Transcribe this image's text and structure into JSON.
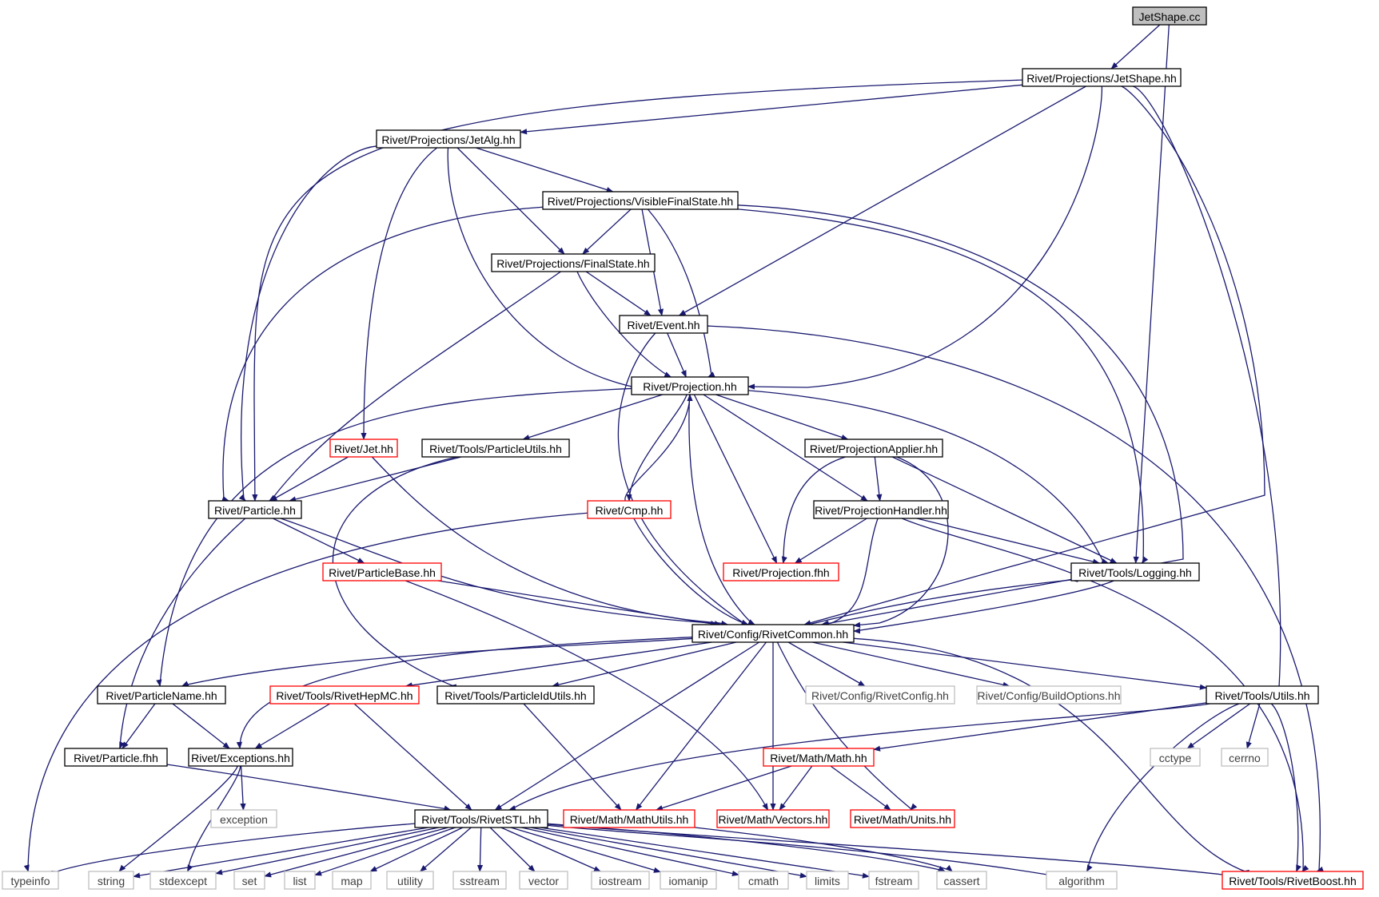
{
  "nodes": [
    {
      "id": "JetShape.cc",
      "label": "JetShape.cc",
      "style": "root"
    },
    {
      "id": "ProjJetShape",
      "label": "Rivet/Projections/JetShape.hh",
      "style": "normal"
    },
    {
      "id": "JetAlg",
      "label": "Rivet/Projections/JetAlg.hh",
      "style": "normal"
    },
    {
      "id": "VFS",
      "label": "Rivet/Projections/VisibleFinalState.hh",
      "style": "normal"
    },
    {
      "id": "FinalState",
      "label": "Rivet/Projections/FinalState.hh",
      "style": "normal"
    },
    {
      "id": "Event",
      "label": "Rivet/Event.hh",
      "style": "normal"
    },
    {
      "id": "Projection",
      "label": "Rivet/Projection.hh",
      "style": "normal"
    },
    {
      "id": "Jet",
      "label": "Rivet/Jet.hh",
      "style": "red"
    },
    {
      "id": "ParticleUtils",
      "label": "Rivet/Tools/ParticleUtils.hh",
      "style": "normal"
    },
    {
      "id": "ProjApplier",
      "label": "Rivet/ProjectionApplier.hh",
      "style": "normal"
    },
    {
      "id": "Particle",
      "label": "Rivet/Particle.hh",
      "style": "normal"
    },
    {
      "id": "Cmp",
      "label": "Rivet/Cmp.hh",
      "style": "red"
    },
    {
      "id": "ProjHandler",
      "label": "Rivet/ProjectionHandler.hh",
      "style": "normal"
    },
    {
      "id": "ParticleBase",
      "label": "Rivet/ParticleBase.hh",
      "style": "red"
    },
    {
      "id": "ProjFhh",
      "label": "Rivet/Projection.fhh",
      "style": "red"
    },
    {
      "id": "Logging",
      "label": "Rivet/Tools/Logging.hh",
      "style": "normal"
    },
    {
      "id": "RivetCommon",
      "label": "Rivet/Config/RivetCommon.hh",
      "style": "normal"
    },
    {
      "id": "ParticleName",
      "label": "Rivet/ParticleName.hh",
      "style": "normal"
    },
    {
      "id": "RivetHepMC",
      "label": "Rivet/Tools/RivetHepMC.hh",
      "style": "red"
    },
    {
      "id": "ParticleIdUtils",
      "label": "Rivet/Tools/ParticleIdUtils.hh",
      "style": "normal"
    },
    {
      "id": "RivetConfig",
      "label": "Rivet/Config/RivetConfig.hh",
      "style": "gray"
    },
    {
      "id": "BuildOptions",
      "label": "Rivet/Config/BuildOptions.hh",
      "style": "gray"
    },
    {
      "id": "Utils",
      "label": "Rivet/Tools/Utils.hh",
      "style": "normal"
    },
    {
      "id": "ParticleFhh",
      "label": "Rivet/Particle.fhh",
      "style": "normal"
    },
    {
      "id": "Exceptions",
      "label": "Rivet/Exceptions.hh",
      "style": "normal"
    },
    {
      "id": "MathH",
      "label": "Rivet/Math/Math.hh",
      "style": "red"
    },
    {
      "id": "cctype",
      "label": "cctype",
      "style": "gray"
    },
    {
      "id": "cerrno",
      "label": "cerrno",
      "style": "gray"
    },
    {
      "id": "exception",
      "label": "exception",
      "style": "gray"
    },
    {
      "id": "RivetSTL",
      "label": "Rivet/Tools/RivetSTL.hh",
      "style": "normal"
    },
    {
      "id": "MathUtils",
      "label": "Rivet/Math/MathUtils.hh",
      "style": "red"
    },
    {
      "id": "Vectors",
      "label": "Rivet/Math/Vectors.hh",
      "style": "red"
    },
    {
      "id": "Units",
      "label": "Rivet/Math/Units.hh",
      "style": "red"
    },
    {
      "id": "typeinfo",
      "label": "typeinfo",
      "style": "gray"
    },
    {
      "id": "string",
      "label": "string",
      "style": "gray"
    },
    {
      "id": "stdexcept",
      "label": "stdexcept",
      "style": "gray"
    },
    {
      "id": "set",
      "label": "set",
      "style": "gray"
    },
    {
      "id": "list",
      "label": "list",
      "style": "gray"
    },
    {
      "id": "map",
      "label": "map",
      "style": "gray"
    },
    {
      "id": "utility",
      "label": "utility",
      "style": "gray"
    },
    {
      "id": "sstream",
      "label": "sstream",
      "style": "gray"
    },
    {
      "id": "vector",
      "label": "vector",
      "style": "gray"
    },
    {
      "id": "iostream",
      "label": "iostream",
      "style": "gray"
    },
    {
      "id": "iomanip",
      "label": "iomanip",
      "style": "gray"
    },
    {
      "id": "cmath",
      "label": "cmath",
      "style": "gray"
    },
    {
      "id": "limits",
      "label": "limits",
      "style": "gray"
    },
    {
      "id": "fstream",
      "label": "fstream",
      "style": "gray"
    },
    {
      "id": "cassert",
      "label": "cassert",
      "style": "gray"
    },
    {
      "id": "algorithm",
      "label": "algorithm",
      "style": "gray"
    },
    {
      "id": "RivetBoost",
      "label": "Rivet/Tools/RivetBoost.hh",
      "style": "red"
    }
  ],
  "edges": [
    [
      "JetShape.cc",
      "ProjJetShape"
    ],
    [
      "JetShape.cc",
      "Logging"
    ],
    [
      "ProjJetShape",
      "JetAlg"
    ],
    [
      "ProjJetShape",
      "Particle"
    ],
    [
      "ProjJetShape",
      "Event"
    ],
    [
      "ProjJetShape",
      "Projection"
    ],
    [
      "ProjJetShape",
      "RivetCommon"
    ],
    [
      "ProjJetShape",
      "Utils"
    ],
    [
      "JetAlg",
      "VFS"
    ],
    [
      "JetAlg",
      "FinalState"
    ],
    [
      "JetAlg",
      "Projection"
    ],
    [
      "JetAlg",
      "Jet"
    ],
    [
      "JetAlg",
      "Particle"
    ],
    [
      "VFS",
      "FinalState"
    ],
    [
      "VFS",
      "Event"
    ],
    [
      "VFS",
      "Projection"
    ],
    [
      "VFS",
      "Particle"
    ],
    [
      "VFS",
      "Logging"
    ],
    [
      "VFS",
      "RivetCommon"
    ],
    [
      "FinalState",
      "Event"
    ],
    [
      "FinalState",
      "Projection"
    ],
    [
      "FinalState",
      "Particle"
    ],
    [
      "Event",
      "Projection"
    ],
    [
      "Event",
      "RivetCommon"
    ],
    [
      "Event",
      "RivetBoost"
    ],
    [
      "Projection",
      "ParticleUtils"
    ],
    [
      "Projection",
      "ProjApplier"
    ],
    [
      "Projection",
      "ProjHandler"
    ],
    [
      "Projection",
      "Cmp"
    ],
    [
      "Projection",
      "ProjFhh"
    ],
    [
      "Projection",
      "Logging"
    ],
    [
      "Projection",
      "RivetCommon"
    ],
    [
      "Projection",
      "ParticleName"
    ],
    [
      "Jet",
      "Particle"
    ],
    [
      "Jet",
      "RivetCommon"
    ],
    [
      "ParticleUtils",
      "Particle"
    ],
    [
      "ParticleUtils",
      "ParticleIdUtils"
    ],
    [
      "ProjApplier",
      "ProjHandler"
    ],
    [
      "ProjApplier",
      "ProjFhh"
    ],
    [
      "ProjApplier",
      "Logging"
    ],
    [
      "ProjApplier",
      "RivetCommon"
    ],
    [
      "Cmp",
      "Projection"
    ],
    [
      "Cmp",
      "RivetCommon"
    ],
    [
      "Cmp",
      "typeinfo"
    ],
    [
      "Particle",
      "ParticleBase"
    ],
    [
      "Particle",
      "RivetCommon"
    ],
    [
      "Particle",
      "ParticleFhh"
    ],
    [
      "ProjHandler",
      "ProjFhh"
    ],
    [
      "ProjHandler",
      "Logging"
    ],
    [
      "ProjHandler",
      "RivetCommon"
    ],
    [
      "ProjHandler",
      "RivetBoost"
    ],
    [
      "ParticleBase",
      "RivetCommon"
    ],
    [
      "ParticleBase",
      "Vectors"
    ],
    [
      "Logging",
      "RivetCommon"
    ],
    [
      "RivetCommon",
      "Logging"
    ],
    [
      "RivetCommon",
      "ParticleName"
    ],
    [
      "RivetCommon",
      "RivetHepMC"
    ],
    [
      "RivetCommon",
      "ParticleIdUtils"
    ],
    [
      "RivetCommon",
      "RivetConfig"
    ],
    [
      "RivetCommon",
      "BuildOptions"
    ],
    [
      "RivetCommon",
      "Utils"
    ],
    [
      "RivetCommon",
      "Exceptions"
    ],
    [
      "RivetCommon",
      "RivetSTL"
    ],
    [
      "RivetCommon",
      "MathUtils"
    ],
    [
      "RivetCommon",
      "Vectors"
    ],
    [
      "RivetCommon",
      "Units"
    ],
    [
      "RivetCommon",
      "RivetBoost"
    ],
    [
      "ParticleName",
      "ParticleFhh"
    ],
    [
      "ParticleName",
      "Exceptions"
    ],
    [
      "RivetHepMC",
      "Exceptions"
    ],
    [
      "RivetHepMC",
      "RivetSTL"
    ],
    [
      "ParticleIdUtils",
      "MathUtils"
    ],
    [
      "Utils",
      "MathH"
    ],
    [
      "Utils",
      "RivetSTL"
    ],
    [
      "Utils",
      "cctype"
    ],
    [
      "Utils",
      "cerrno"
    ],
    [
      "Utils",
      "algorithm"
    ],
    [
      "Utils",
      "RivetBoost"
    ],
    [
      "ParticleFhh",
      "RivetSTL"
    ],
    [
      "Exceptions",
      "exception"
    ],
    [
      "Exceptions",
      "string"
    ],
    [
      "Exceptions",
      "stdexcept"
    ],
    [
      "MathH",
      "MathUtils"
    ],
    [
      "MathH",
      "Vectors"
    ],
    [
      "MathH",
      "Units"
    ],
    [
      "MathUtils",
      "cassert"
    ],
    [
      "RivetSTL",
      "typeinfo"
    ],
    [
      "RivetSTL",
      "string"
    ],
    [
      "RivetSTL",
      "stdexcept"
    ],
    [
      "RivetSTL",
      "set"
    ],
    [
      "RivetSTL",
      "list"
    ],
    [
      "RivetSTL",
      "map"
    ],
    [
      "RivetSTL",
      "utility"
    ],
    [
      "RivetSTL",
      "sstream"
    ],
    [
      "RivetSTL",
      "vector"
    ],
    [
      "RivetSTL",
      "iostream"
    ],
    [
      "RivetSTL",
      "iomanip"
    ],
    [
      "RivetSTL",
      "cmath"
    ],
    [
      "RivetSTL",
      "limits"
    ],
    [
      "RivetSTL",
      "fstream"
    ],
    [
      "RivetSTL",
      "cassert"
    ],
    [
      "RivetSTL",
      "algorithm"
    ],
    [
      "RivetSTL",
      "RivetBoost"
    ]
  ],
  "colors": {
    "edge": "#191970",
    "normal_border": "#000000",
    "red_border": "#ff0000",
    "gray_border": "#bfbfbf",
    "gray_text": "#404040",
    "root_fill": "#bfbfbf"
  }
}
